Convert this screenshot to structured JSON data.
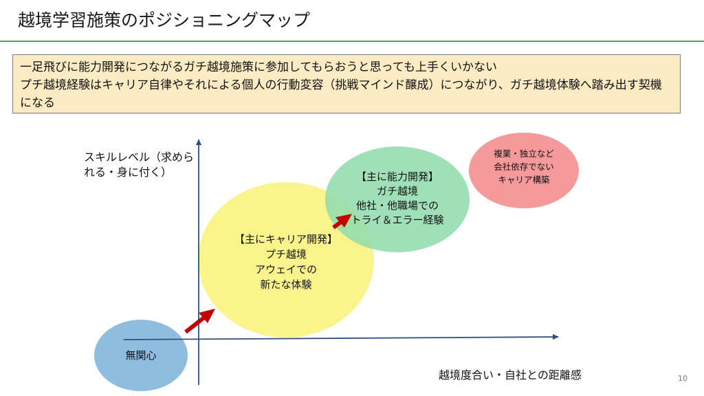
{
  "slide": {
    "title": "越境学習施策のポジショニングマップ",
    "page_number": "10"
  },
  "callout": {
    "line1": "一足飛びに能力開発につながるガチ越境施策に参加してもらおうと思っても上手くいかない",
    "line2": "プチ越境経験はキャリア自律やそれによる個人の行動変容（挑戦マインド醸成）につながり、ガチ越境体験へ踏み出す契機になる"
  },
  "axes": {
    "y_label": "スキルレベル（求められる・身に付く）",
    "x_label": "越境度合い・自社との距離感"
  },
  "bubbles": {
    "unrelated": {
      "line1": "無関心",
      "color": "#8fbde0"
    },
    "petit": {
      "line1": "【主にキャリア開発】",
      "line2": "プチ越境",
      "line3": "アウェイでの",
      "line4": "新たな体験",
      "color": "#fbf48d"
    },
    "gachi": {
      "line1": "【主に能力開発】",
      "line2": "ガチ越境",
      "line3": "他社・他職場での",
      "line4": "トライ＆エラー経験",
      "color": "#8fdbad"
    },
    "independent": {
      "line1": "複業・独立など",
      "line2": "会社依存でない",
      "line3": "キャリア構築",
      "color": "#f49a9a"
    }
  },
  "arrow_color": "#c00000",
  "axis_color": "#2f4f7f"
}
